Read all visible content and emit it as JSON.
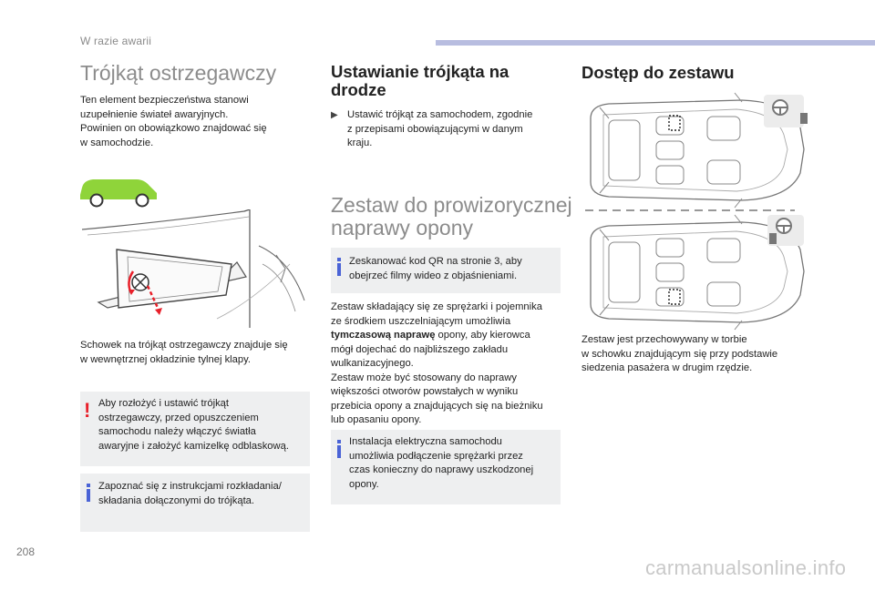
{
  "header": {
    "section": "W razie awarii"
  },
  "page_number": "208",
  "watermark": "carmanualsonline.info",
  "col1": {
    "title": "Trójkąt ostrzegawczy",
    "intro": [
      "Ten element bezpieczeństwa stanowi",
      "uzupełnienie świateł awaryjnych.",
      "Powinien on obowiązkowo znajdować się",
      "w samochodzie."
    ],
    "storage": [
      "Schowek na trójkąt ostrzegawczy znajduje się",
      "w wewnętrznej okładzinie tylnej klapy."
    ],
    "warning": [
      "Aby rozłożyć i ustawić trójkąt",
      "ostrzegawczy, przed opuszczeniem",
      "samochodu należy włączyć światła",
      "awaryjne i założyć kamizelkę odblaskową."
    ],
    "info": [
      "Zapoznać się z instrukcjami rozkładania/",
      "składania dołączonymi do trójkąta."
    ]
  },
  "col2": {
    "title_lines": [
      "Ustawianie trójkąta na",
      "drodze"
    ],
    "bullet_lines": [
      "Ustawić trójkąt za samochodem, zgodnie",
      "z przepisami obowiązującymi w danym",
      "kraju."
    ],
    "kit_title_lines": [
      "Zestaw do prowizorycznej",
      "naprawy opony"
    ],
    "qr_note": [
      "Zeskanować kod QR na stronie 3, aby",
      "obejrzeć filmy wideo z objaśnieniami."
    ],
    "kit_text": {
      "line1": "Zestaw składający się ze sprężarki i pojemnika",
      "line2": "ze środkiem uszczelniającym umożliwia",
      "line3_bold": "tymczasową naprawę",
      "line3_rest": " opony, aby kierowca",
      "line4": "mógł dojechać do najbliższego zakładu",
      "line5": "wulkanizacyjnego.",
      "line6": "Zestaw może być stosowany do naprawy",
      "line7": "większości otworów powstałych w wyniku",
      "line8": "przebicia opony a znajdujących się na bieżniku",
      "line9": "lub opasaniu opony."
    },
    "electric_note": [
      "Instalacja elektryczna samochodu",
      "umożliwia podłączenie sprężarki przez",
      "czas konieczny do naprawy uszkodzonej",
      "opony."
    ]
  },
  "col3": {
    "title": "Dostęp do zestawu",
    "text": [
      "Zestaw jest przechowywany w torbie",
      "w schowku znajdującym się przy podstawie",
      "siedzenia pasażera w drugim rzędzie."
    ]
  },
  "colors": {
    "accent": "#4a63d6",
    "warning": "#e8202a",
    "car_green": "#8fd43a",
    "note_bg": "#eeeff0"
  },
  "icons": {
    "warning": "exclamation-icon",
    "info": "info-i-icon",
    "bullet": "triangle-bullet-icon"
  }
}
